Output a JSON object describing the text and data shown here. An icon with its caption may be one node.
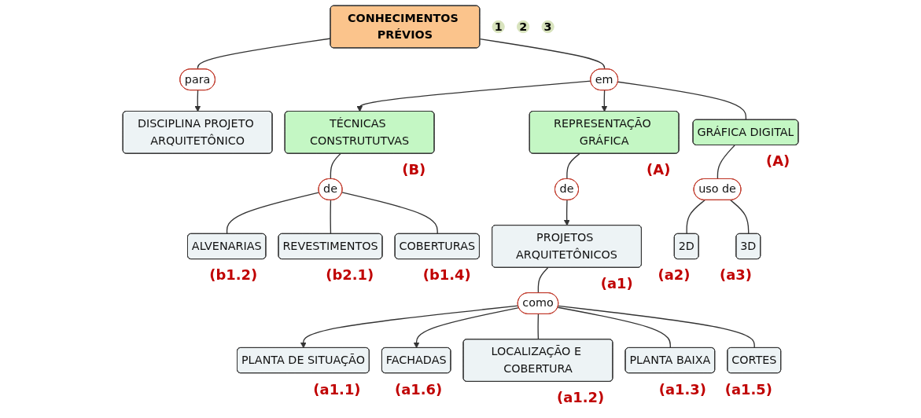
{
  "diagram": {
    "nodes": [
      {
        "text": [
          "CONHECIMENTOS PRÉVIOS"
        ]
      },
      {
        "text": [
          "para"
        ]
      },
      {
        "text": [
          "DISCIPLINA PROJETO ARQUITETÔNICO"
        ]
      },
      {
        "text": [
          "TÉCNICAS CONSTRUTUTVAS"
        ],
        "beside": [
          "(B)"
        ]
      },
      {
        "text": [
          "em"
        ]
      },
      {
        "text": [
          "REPRESENTAÇÃO GRÁFICA"
        ],
        "beside": [
          "(A)"
        ]
      },
      {
        "text": [
          "GRÁFICA DIGITAL"
        ],
        "beside": [
          "(A)"
        ]
      },
      {
        "text": [
          "de"
        ]
      },
      {
        "text": [
          "de"
        ]
      },
      {
        "text": [
          "PROJETOS ARQUITETÔNICOS"
        ],
        "beside": [
          "(a1)"
        ]
      },
      {
        "text": [
          "ALVENARIAS"
        ],
        "beside": [
          "(b1.2)"
        ]
      },
      {
        "text": [
          "COBERTURAS"
        ],
        "beside": [
          "(b1.4)"
        ]
      },
      {
        "text": [
          "REVESTIMENTOS"
        ],
        "beside": [
          "(b2.1)"
        ]
      },
      {
        "text": [
          "uso de"
        ]
      },
      {
        "text": [
          "2D"
        ],
        "beside": [
          "(a2)"
        ]
      },
      {
        "text": [
          "3D"
        ],
        "beside": [
          "(a3)"
        ]
      },
      {
        "text": [
          "PLANTA DE SITUAÇÃO"
        ],
        "beside": [
          "(a1.1)"
        ]
      },
      {
        "text": [
          "como"
        ]
      },
      {
        "text": [
          "FACHADAS"
        ],
        "beside": [
          "(a1.6)"
        ]
      },
      {
        "text": [
          "LOCALIZAÇÃO E COBERTURA"
        ],
        "beside": [
          "(a1.2)"
        ]
      },
      {
        "text": [
          "CORTES"
        ],
        "beside": [
          "(a1.5)"
        ]
      },
      {
        "text": [
          "PLANTA BAIXA"
        ],
        "beside": [
          "(a1.3)"
        ]
      },
      {
        "text": [
          "1"
        ]
      },
      {
        "text": [
          "2"
        ]
      },
      {
        "text": [
          "3"
        ]
      }
    ],
    "edges": [
      {
        "from": 0,
        "to": 1,
        "arrow": "none"
      },
      {
        "from": 1,
        "to": 2,
        "arrow": "to"
      },
      {
        "from": 0,
        "to": 4,
        "arrow": "none"
      },
      {
        "from": 4,
        "to": 3,
        "arrow": "to"
      },
      {
        "from": 4,
        "to": 5,
        "arrow": "to"
      },
      {
        "from": 4,
        "to": 6,
        "arrow": "none"
      },
      {
        "from": 3,
        "to": 7,
        "arrow": "none"
      },
      {
        "from": 7,
        "to": 10,
        "arrow": "none"
      },
      {
        "from": 7,
        "to": 12,
        "arrow": "none"
      },
      {
        "from": 7,
        "to": 11,
        "arrow": "none"
      },
      {
        "from": 5,
        "to": 8,
        "arrow": "none"
      },
      {
        "from": 8,
        "to": 9,
        "arrow": "to"
      },
      {
        "from": 6,
        "to": 13,
        "arrow": "none"
      },
      {
        "from": 13,
        "to": 14,
        "arrow": "none"
      },
      {
        "from": 13,
        "to": 15,
        "arrow": "none"
      },
      {
        "from": 9,
        "to": 17,
        "arrow": "none"
      },
      {
        "from": 17,
        "to": 16,
        "arrow": "to"
      },
      {
        "from": 17,
        "to": 18,
        "arrow": "to"
      },
      {
        "from": 17,
        "to": 19,
        "arrow": "none"
      },
      {
        "from": 17,
        "to": 21,
        "arrow": "none"
      },
      {
        "from": 17,
        "to": 20,
        "arrow": "none"
      }
    ]
  }
}
